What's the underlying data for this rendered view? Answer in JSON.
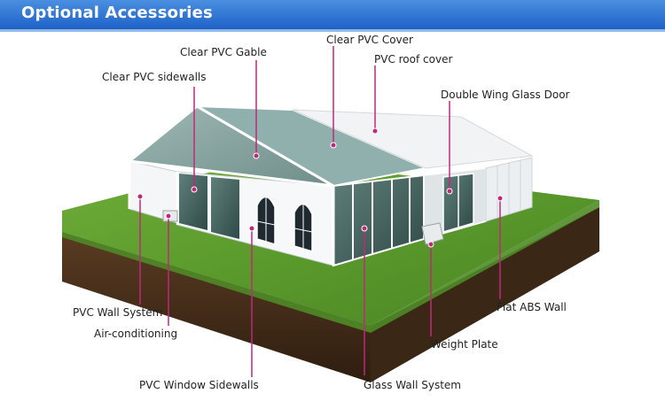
{
  "header": {
    "title": "Optional Accessories",
    "color": "#2a6fd6"
  },
  "callout_color": "#c0287a",
  "labels": {
    "clear_pvc_gable": "Clear PVC Gable",
    "clear_pvc_cover": "Clear PVC Cover",
    "pvc_roof_cover": "PVC roof cover",
    "clear_pvc_sidewalls": "Clear PVC sidewalls",
    "double_wing_glass_door": "Double Wing Glass Door",
    "pvc_wall_system": "PVC Wall System",
    "air_conditioning": "Air-conditioning",
    "flat_abs_wall": "Flat ABS Wall",
    "weight_plate": "Weight Plate",
    "pvc_window_sidewalls": "PVC Window  Sidewalls",
    "glass_wall_system": "Glass Wall System"
  }
}
